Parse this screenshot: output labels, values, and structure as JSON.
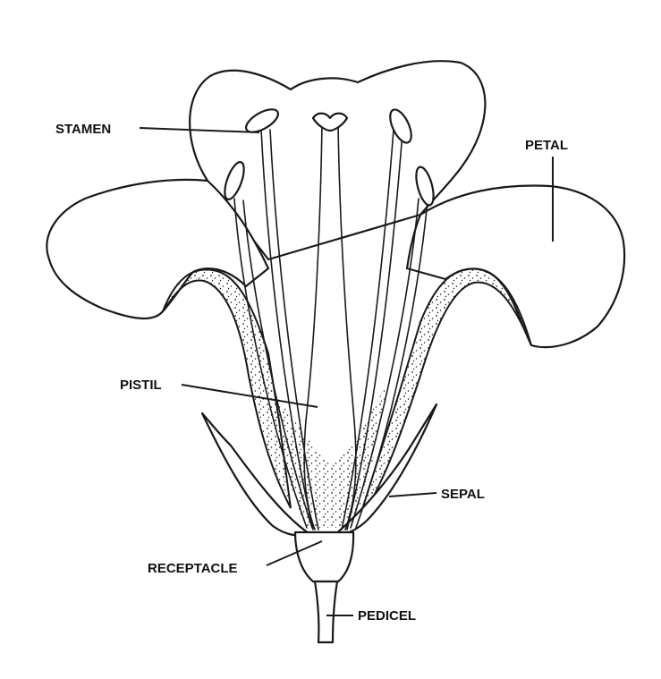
{
  "diagram": {
    "labels": {
      "stamen": "STAMEN",
      "petal": "PETAL",
      "pistil": "PISTIL",
      "sepal": "SEPAL",
      "receptacle": "RECEPTACLE",
      "pedicel": "PEDICEL"
    },
    "colors": {
      "ink": "#1a1a1a",
      "paper": "#ffffff"
    }
  }
}
